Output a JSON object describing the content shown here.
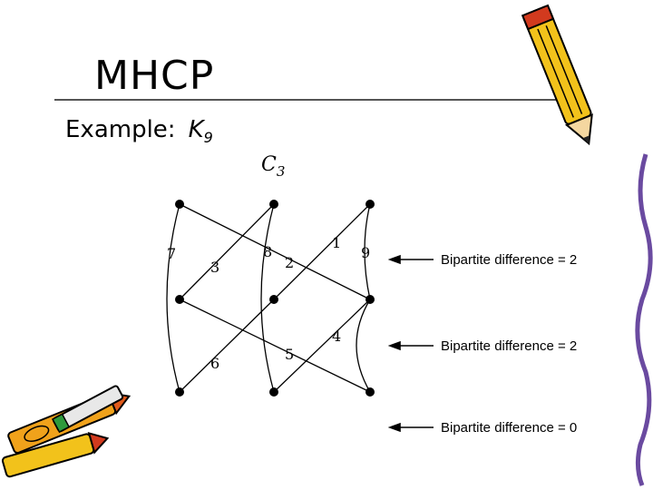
{
  "slide": {
    "title": "MHCP",
    "subtitle_prefix": "Example:",
    "subtitle_graph": "K",
    "subtitle_graph_sub": "9"
  },
  "diagram": {
    "cycle_label": "C",
    "cycle_label_sub": "3",
    "edge_labels": [
      "7",
      "3",
      "8",
      "2",
      "1",
      "9",
      "4",
      "6",
      "5"
    ],
    "notes": [
      "Bipartite difference = 2",
      "Bipartite difference = 2",
      "Bipartite difference = 0"
    ]
  },
  "decor": {
    "pencil_icon": "pencil-icon",
    "crayons_icon": "crayons-icon",
    "border_icon": "wavy-border-icon"
  }
}
